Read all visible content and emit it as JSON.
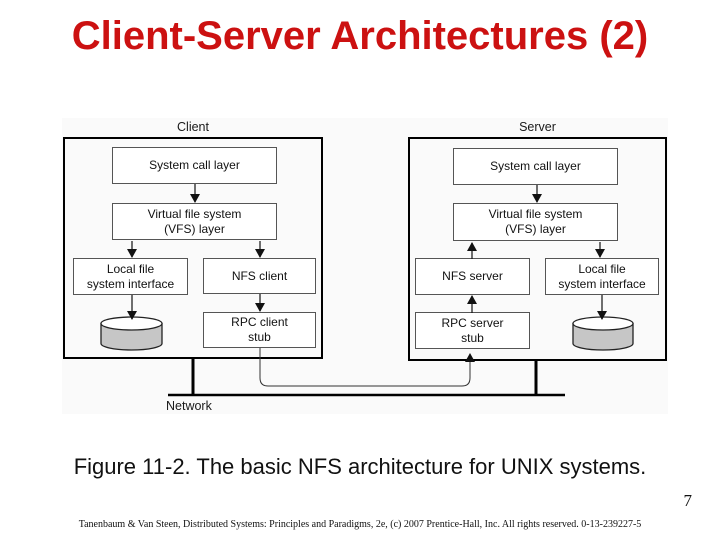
{
  "title": "Client-Server Architectures (2)",
  "caption": "Figure 11-2. The basic NFS architecture for UNIX systems.",
  "page_number": "7",
  "footer": "Tanenbaum & Van Steen, Distributed Systems: Principles and Paradigms, 2e, (c) 2007 Prentice-Hall, Inc. All rights reserved. 0-13-239227-5",
  "colors": {
    "title": "#cc1111",
    "disk_fill": "#c6c6c6",
    "figure_bg": "#fafafa"
  },
  "diagram": {
    "network_label": "Network",
    "client": {
      "label": "Client",
      "system_call_layer": "System call layer",
      "vfs_layer": "Virtual file system\n(VFS) layer",
      "local_fs": "Local file\nsystem interface",
      "nfs": "NFS client",
      "rpc_stub": "RPC client\nstub"
    },
    "server": {
      "label": "Server",
      "system_call_layer": "System call layer",
      "vfs_layer": "Virtual file system\n(VFS) layer",
      "nfs": "NFS server",
      "rpc_stub": "RPC server\nstub",
      "local_fs": "Local file\nsystem interface"
    }
  }
}
